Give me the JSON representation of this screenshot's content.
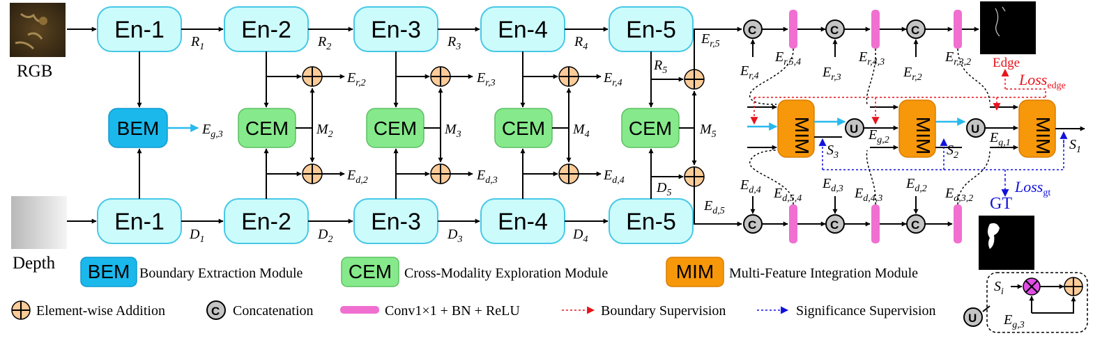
{
  "inputs": {
    "rgb": "RGB",
    "depth": "Depth"
  },
  "encoders": {
    "en1": "En-1",
    "en2": "En-2",
    "en3": "En-3",
    "en4": "En-4",
    "en5": "En-5"
  },
  "modules": {
    "bem": "BEM",
    "cem": "CEM",
    "mim": "MIM"
  },
  "outputs": {
    "edge": "Edge",
    "gt": "GT"
  },
  "loss": {
    "base": "Loss",
    "edge_sub": "edge",
    "gt_sub": "gt"
  },
  "symbols": {
    "c": "C",
    "u": "U"
  },
  "legend": {
    "bem": "Boundary Extraction Module",
    "cem": "Cross-Modality Exploration Module",
    "mim": "Multi-Feature Integration Module",
    "add": "Element-wise Addition",
    "concat": "Concatenation",
    "conv": "Conv1×1 + BN + ReLU",
    "boundary_sup": "Boundary Supervision",
    "significance_sup": "Significance Supervision"
  },
  "colors": {
    "encoder_fill": "#ccfbfb",
    "encoder_border": "#46c8e6",
    "cem": "#86e98b",
    "bem": "#1bb8ec",
    "mim": "#f7970a",
    "conv": "#f06fd0",
    "add": "#fbcb98",
    "concat": "#c4c4c4",
    "boundary_arrow": "#e8131b",
    "significance_arrow": "#1111dd",
    "flow_arrow": "#29b9ee"
  }
}
